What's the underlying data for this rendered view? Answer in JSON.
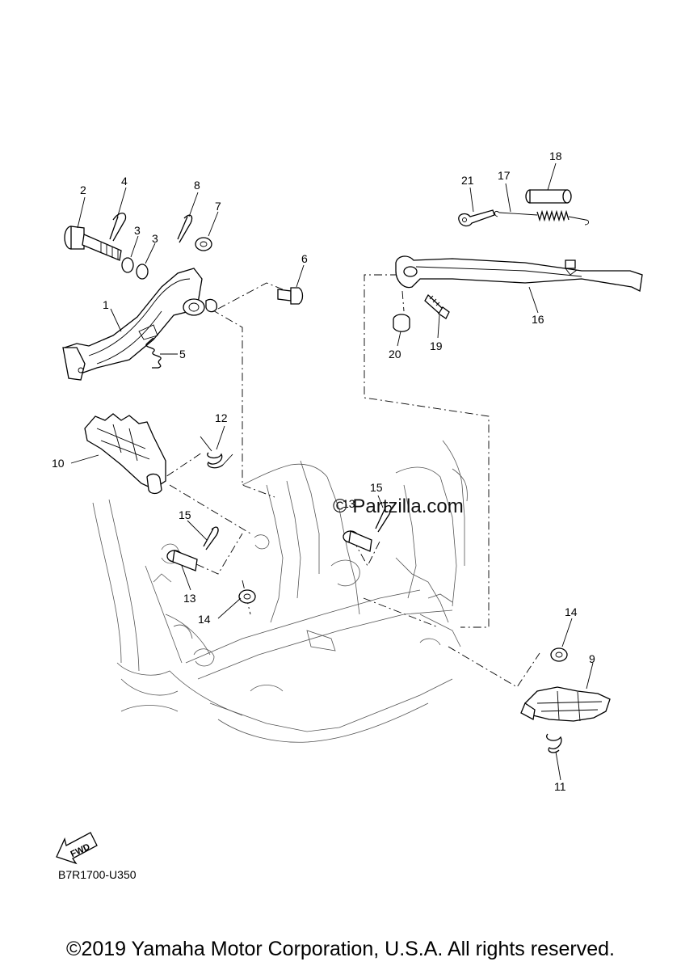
{
  "watermark": "© Partzilla.com",
  "diagram_code": "B7R1700-U350",
  "fwd_label": "FWD",
  "copyright": "©2019 Yamaha Motor Corporation, U.S.A. All rights reserved.",
  "callouts": [
    "1",
    "2",
    "3",
    "3",
    "4",
    "5",
    "6",
    "7",
    "8",
    "9",
    "10",
    "11",
    "12",
    "13",
    "13",
    "14",
    "14",
    "15",
    "15",
    "16",
    "17",
    "18",
    "19",
    "20",
    "21"
  ]
}
